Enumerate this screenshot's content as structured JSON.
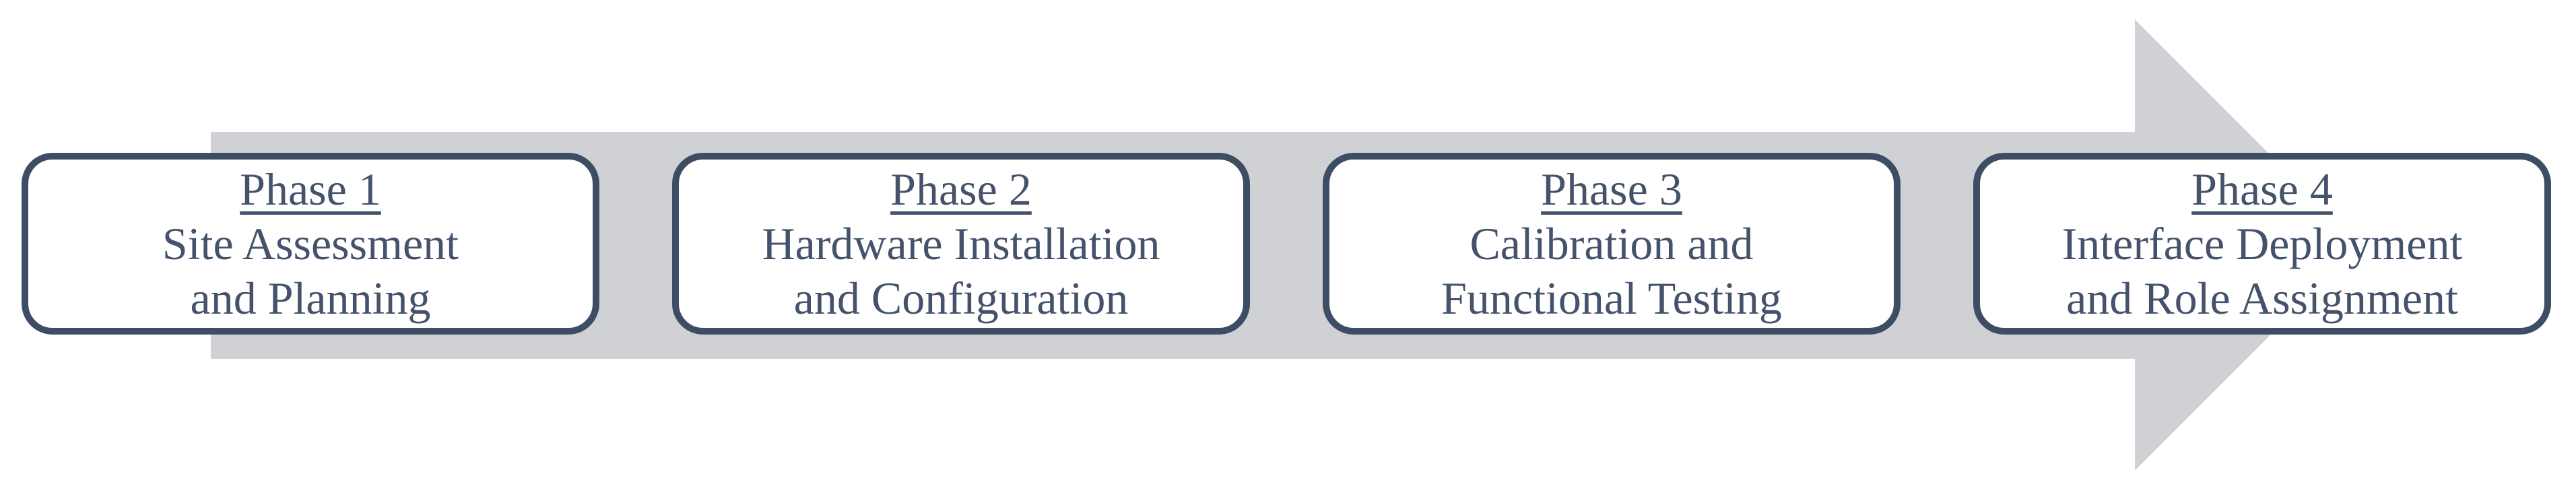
{
  "diagram": {
    "type": "process-flow-arrow",
    "direction": "right",
    "phases": [
      {
        "title": "Phase 1",
        "line1": "Site Assessment",
        "line2": "and Planning"
      },
      {
        "title": "Phase 2",
        "line1": "Hardware Installation",
        "line2": "and Configuration"
      },
      {
        "title": "Phase 3",
        "line1": "Calibration and",
        "line2": "Functional Testing"
      },
      {
        "title": "Phase 4",
        "line1": "Interface Deployment",
        "line2": "and Role Assignment"
      }
    ],
    "colors": {
      "arrow": "#d0d1d4",
      "box_border": "#3d4d63",
      "box_fill": "#ffffff",
      "text": "#44536b"
    }
  }
}
